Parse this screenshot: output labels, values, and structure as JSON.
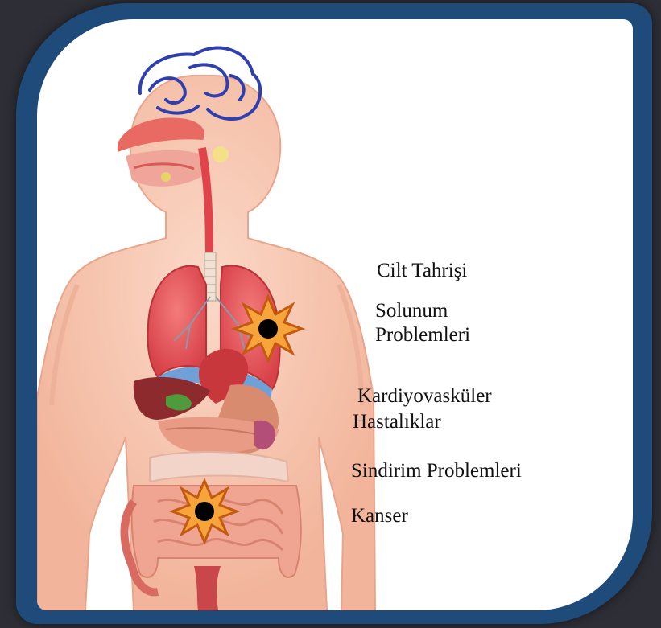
{
  "labels": {
    "skin": "Cilt Tahrişi",
    "respiratory_line1": "Solunum",
    "respiratory_line2": "Problemleri",
    "cardio_line1": "Kardiyovasküler",
    "cardio_line2": "Hastalıklar",
    "digestive": "Sindirim Problemleri",
    "cancer": "Kanser"
  },
  "colors": {
    "frame": "#1f4b7b",
    "background": "#2e2f36",
    "skin": "#f7c3ad",
    "organ_red": "#e0444a",
    "lung_blue": "#6fa0d8",
    "brain_blue": "#2f3fb0"
  },
  "icons": [
    "brain-icon",
    "lungs-icon",
    "burst-icon"
  ]
}
